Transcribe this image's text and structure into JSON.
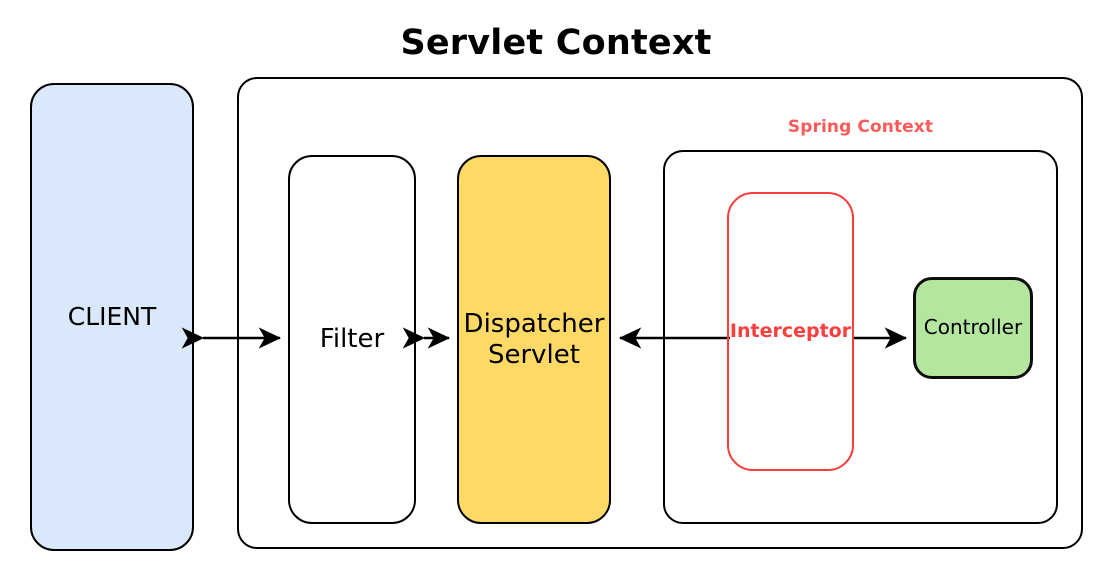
{
  "diagram": {
    "title": "Servlet Context",
    "nodes": {
      "client": {
        "label": "CLIENT",
        "fill": "#dae8fc",
        "stroke": "#000000"
      },
      "servlet_context": {
        "label": "",
        "fill": "#ffffff",
        "stroke": "#000000"
      },
      "filter": {
        "label": "Filter",
        "fill": "#ffffff",
        "stroke": "#000000"
      },
      "dispatcher_servlet": {
        "label": "Dispatcher\nServlet",
        "fill": "#ffd966",
        "stroke": "#000000"
      },
      "spring_context": {
        "label": "Spring Context",
        "fill": "#ffffff",
        "stroke": "#000000",
        "label_color": "#fb5a5a"
      },
      "interceptor": {
        "label": "Interceptor",
        "fill": "#ffffff",
        "stroke": "#fc3b3b",
        "label_color": "#fb3f3f"
      },
      "controller": {
        "label": "Controller",
        "fill": "#b5e6a0",
        "stroke": "#0d0d0d"
      }
    },
    "connectors": [
      {
        "name": "client-filter",
        "from": "client",
        "to": "filter",
        "direction": "bidirectional",
        "label": ""
      },
      {
        "name": "filter-dispatcher",
        "from": "filter",
        "to": "dispatcher_servlet",
        "direction": "bidirectional",
        "label": ""
      },
      {
        "name": "interceptor-dispatcher",
        "from": "interceptor",
        "to": "dispatcher_servlet",
        "direction": "left",
        "label": ""
      },
      {
        "name": "interceptor-controller",
        "from": "interceptor",
        "to": "controller",
        "direction": "right",
        "label": ""
      }
    ]
  }
}
